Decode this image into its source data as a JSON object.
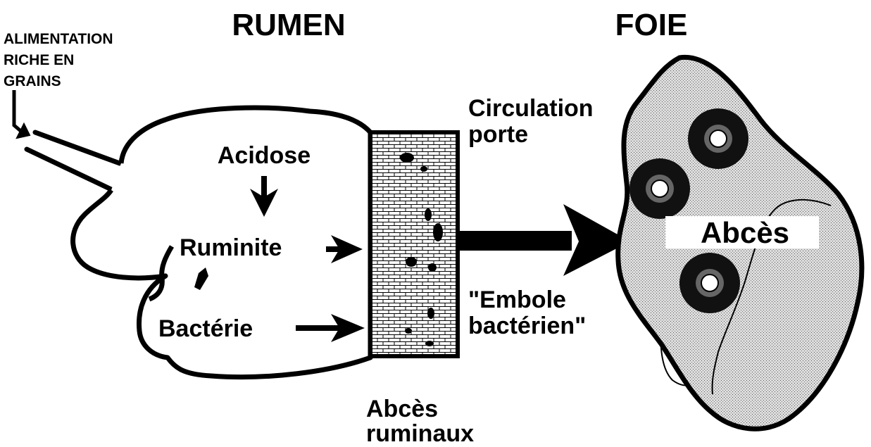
{
  "headings": {
    "rumen": "RUMEN",
    "liver": "FOIE"
  },
  "feed_label": [
    "ALIMENTATION",
    "RICHE EN",
    "GRAINS"
  ],
  "rumen_labels": {
    "acidosis": "Acidose",
    "rumenitis": "Ruminite",
    "bacteria": "Bactérie"
  },
  "rumen_wall_label": [
    "Abcès",
    "ruminaux"
  ],
  "portal_label": [
    "Circulation",
    "porte"
  ],
  "embolus_label": [
    "\"Embole",
    "bactérien\""
  ],
  "abscess_label": "Abcès",
  "colors": {
    "ink": "#000000",
    "liver_fill": "#d8d8d8",
    "wall_fill": "#ffffff",
    "label_box": "#ffffff"
  }
}
